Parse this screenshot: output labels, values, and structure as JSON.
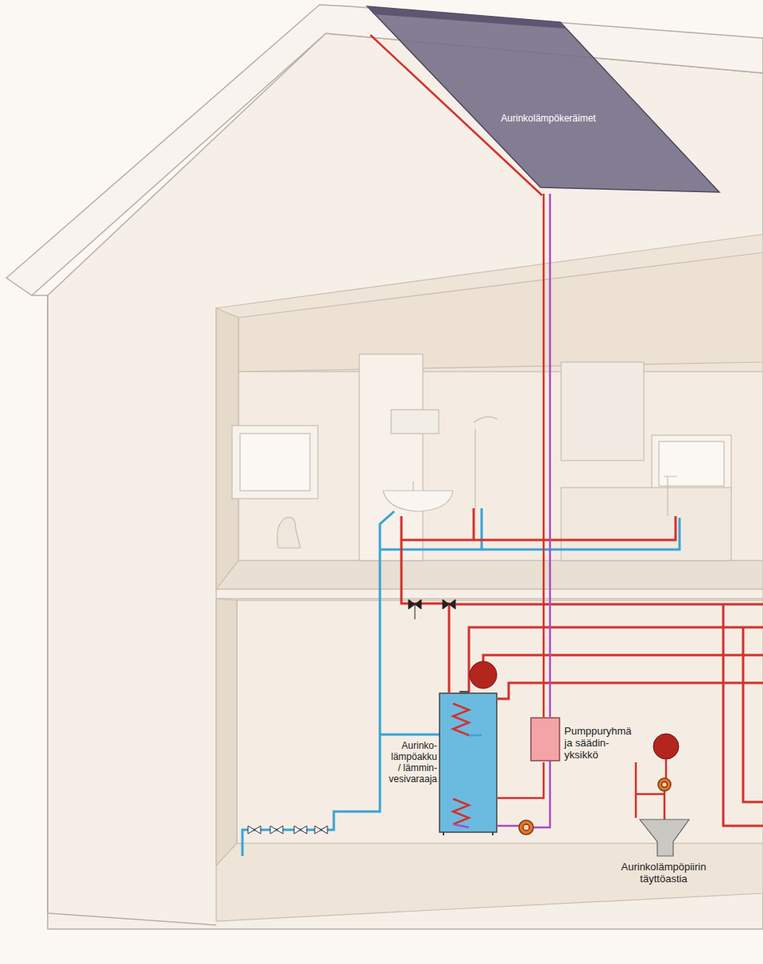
{
  "diagram": {
    "nodes": [
      {
        "text": [
          "Aurinkolämpökeräimet"
        ]
      },
      {
        "text": [
          "Aurinko- lämpöakku / lämmin- vesivaraaja"
        ]
      },
      {
        "text": [
          "Pumppuryhmä ja säädin- yksikkö"
        ]
      },
      {
        "text": [
          "Aurinkolämpöpiirin täyttöastia"
        ]
      }
    ],
    "edges": [
      {
        "from": 0,
        "to": 2,
        "arrow": "none"
      },
      {
        "from": 2,
        "to": 1,
        "arrow": "none"
      },
      {
        "from": 2,
        "to": 3,
        "arrow": "none"
      }
    ]
  }
}
